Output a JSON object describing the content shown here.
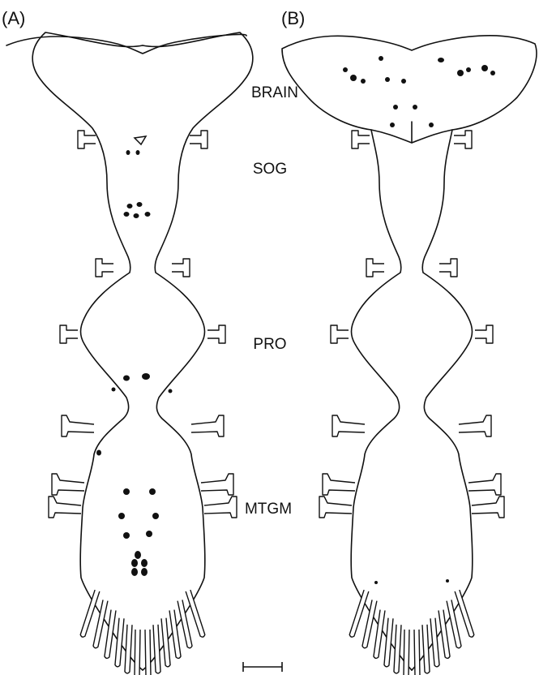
{
  "figure": {
    "panels": [
      {
        "id": "A",
        "label": "(A)"
      },
      {
        "id": "B",
        "label": "(B)"
      }
    ],
    "regions": [
      "BRAIN",
      "SOG",
      "PRO",
      "MTGM"
    ],
    "colors": {
      "line": "#111111",
      "background": "#ffffff",
      "marker": "#111111"
    },
    "scale_bar": {
      "label": ""
    }
  }
}
